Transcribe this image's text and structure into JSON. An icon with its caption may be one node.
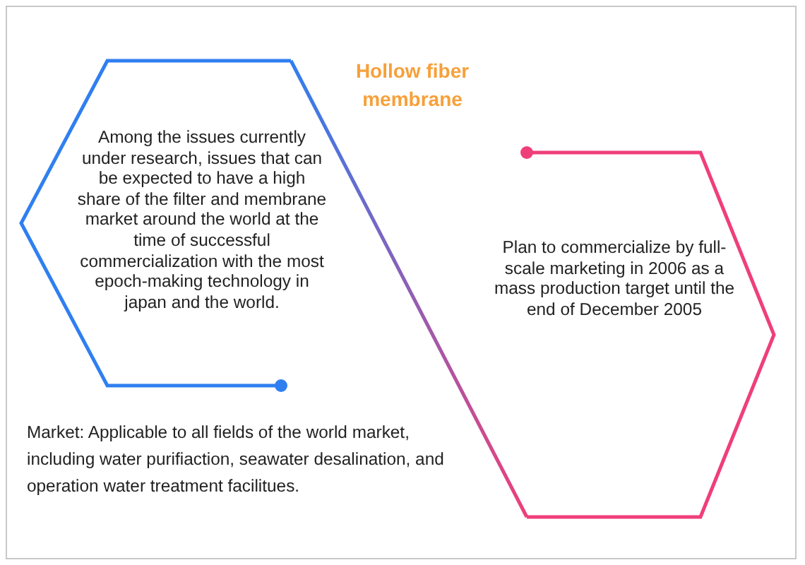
{
  "diagram": {
    "title": "Hollow fiber membrane",
    "nodes": [
      {
        "text": [
          "Among the issues currently under research, issues that can be expected to have a high share of the filter and membrane market around the world at the time of successful commercialization with the most epoch-making technology in japan and the world."
        ]
      },
      {
        "text": [
          "Plan to commercialize by full-scale marketing in 2006 as a mass production target until the end of December 2005"
        ]
      }
    ],
    "edges": [
      {
        "from": 0,
        "to": 1,
        "arrow": "none"
      }
    ],
    "labels": [
      "Market: Applicable to all fields of the world market, including water purifiaction, seawater desalination, and operation water treatment facilitues."
    ]
  }
}
